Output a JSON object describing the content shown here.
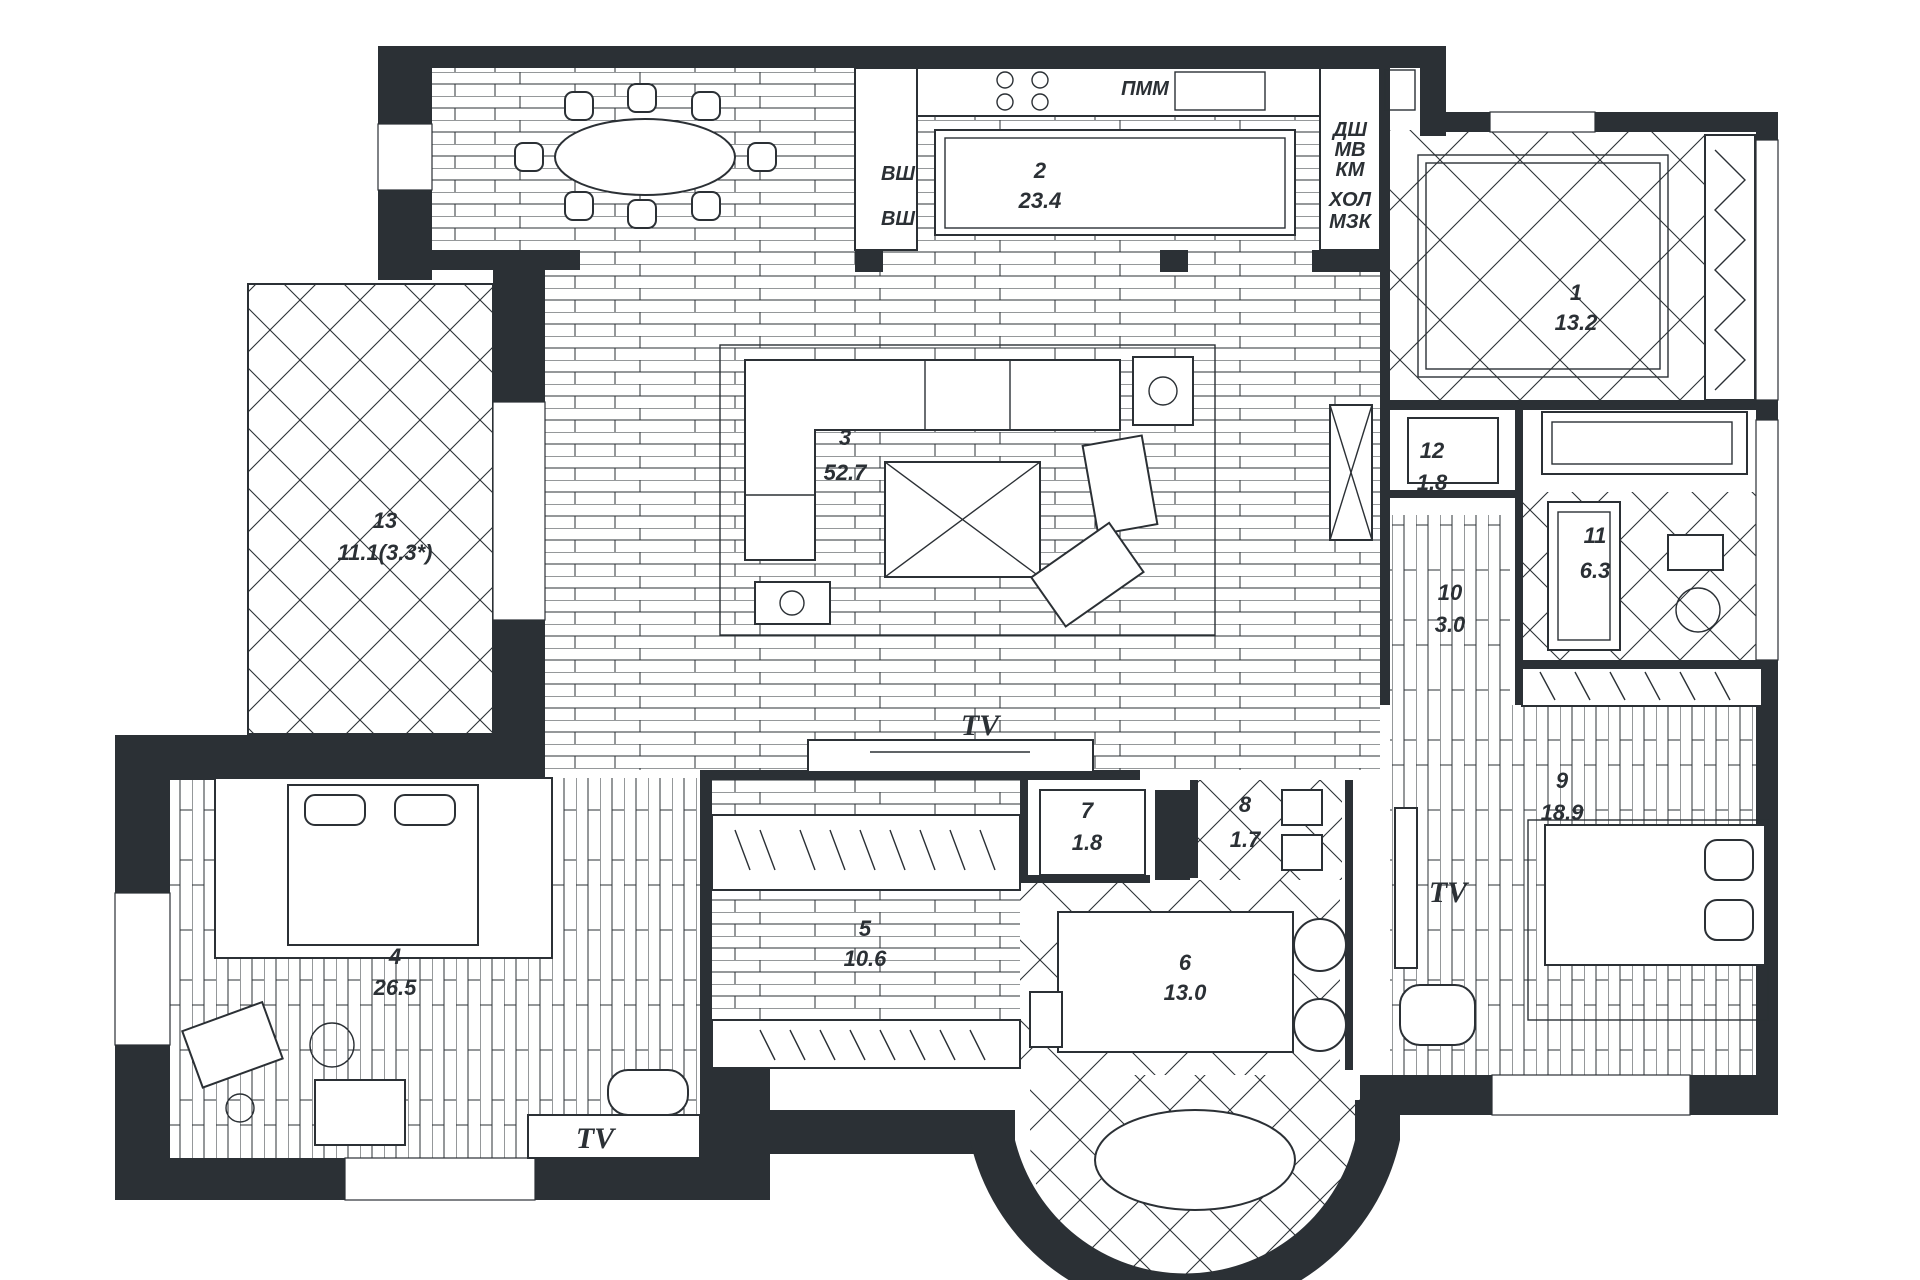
{
  "rooms": [
    {
      "number": "1",
      "area": "13.2"
    },
    {
      "number": "2",
      "area": "23.4"
    },
    {
      "number": "3",
      "area": "52.7"
    },
    {
      "number": "4",
      "area": "26.5"
    },
    {
      "number": "5",
      "area": "10.6"
    },
    {
      "number": "6",
      "area": "13.0"
    },
    {
      "number": "7",
      "area": "1.8"
    },
    {
      "number": "8",
      "area": "1.7"
    },
    {
      "number": "9",
      "area": "18.9"
    },
    {
      "number": "10",
      "area": "3.0"
    },
    {
      "number": "11",
      "area": "6.3"
    },
    {
      "number": "12",
      "area": "1.8"
    },
    {
      "number": "13",
      "area": "11.1(3.3*)"
    }
  ],
  "appliances": {
    "pmm": "ПММ",
    "vsh_1": "ВШ",
    "vsh_2": "ВШ",
    "dsh": "ДШ",
    "mv": "МВ",
    "km": "КМ",
    "hol": "ХОЛ",
    "mzk": "МЗК"
  },
  "tv_labels": [
    "TV",
    "TV",
    "TV"
  ]
}
